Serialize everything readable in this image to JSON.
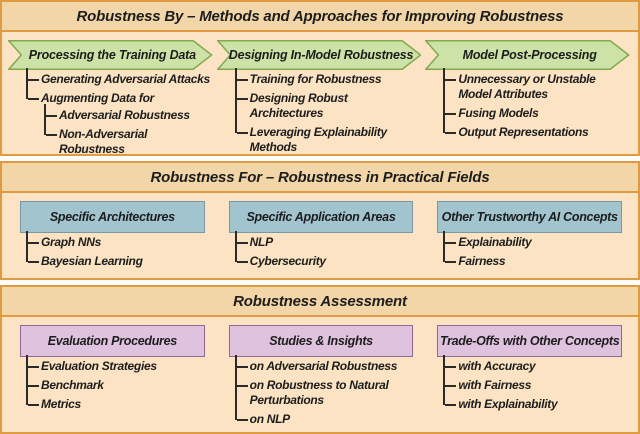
{
  "colors": {
    "section_border": "#de9b3f",
    "title_bar_bg": "#f3d6a7",
    "body_bg": "#fbe3c3",
    "arrow_fill": "#cde2a6",
    "arrow_border": "#84a851",
    "blue_box_fill": "#a2c4cf",
    "blue_box_border": "#7b98a2",
    "pink_box_fill": "#dfc3de",
    "pink_box_border": "#906892",
    "text": "#1d1d1d",
    "tree_line": "#2a2a2a"
  },
  "sections": [
    {
      "title": "Robustness By – Methods and Approaches for Improving Robustness",
      "header_shape": "arrow",
      "columns": [
        {
          "header": "Processing the Training Data",
          "items": [
            {
              "label": "Generating Adversarial Attacks"
            },
            {
              "label": "Augmenting Data for",
              "children": [
                {
                  "label": "Adversarial Robustness"
                },
                {
                  "label": "Non-Adversarial Robustness"
                }
              ]
            }
          ]
        },
        {
          "header": "Designing In-Model Robustness",
          "items": [
            {
              "label": "Training for Robustness"
            },
            {
              "label": "Designing Robust Architectures"
            },
            {
              "label": "Leveraging Explainability Methods"
            }
          ]
        },
        {
          "header": "Model Post-Processing",
          "items": [
            {
              "label": "Unnecessary or Unstable Model Attributes"
            },
            {
              "label": "Fusing Models"
            },
            {
              "label": "Output Representations"
            }
          ]
        }
      ]
    },
    {
      "title": "Robustness For – Robustness in Practical Fields",
      "header_shape": "blue-box",
      "columns": [
        {
          "header": "Specific Architectures",
          "items": [
            {
              "label": "Graph NNs"
            },
            {
              "label": "Bayesian Learning"
            }
          ]
        },
        {
          "header": "Specific Application Areas",
          "items": [
            {
              "label": "NLP"
            },
            {
              "label": "Cybersecurity"
            }
          ]
        },
        {
          "header": "Other Trustworthy AI Concepts",
          "items": [
            {
              "label": "Explainability"
            },
            {
              "label": "Fairness"
            }
          ]
        }
      ]
    },
    {
      "title": "Robustness Assessment",
      "header_shape": "pink-box",
      "columns": [
        {
          "header": "Evaluation Procedures",
          "items": [
            {
              "label": "Evaluation Strategies"
            },
            {
              "label": "Benchmark"
            },
            {
              "label": "Metrics"
            }
          ]
        },
        {
          "header": "Studies & Insights",
          "items": [
            {
              "label": "on Adversarial Robustness"
            },
            {
              "label": "on Robustness to Natural Perturbations"
            },
            {
              "label": "on NLP"
            }
          ]
        },
        {
          "header": "Trade-Offs with Other Concepts",
          "items": [
            {
              "label": "with Accuracy"
            },
            {
              "label": "with Fairness"
            },
            {
              "label": "with Explainability"
            }
          ]
        }
      ]
    }
  ]
}
